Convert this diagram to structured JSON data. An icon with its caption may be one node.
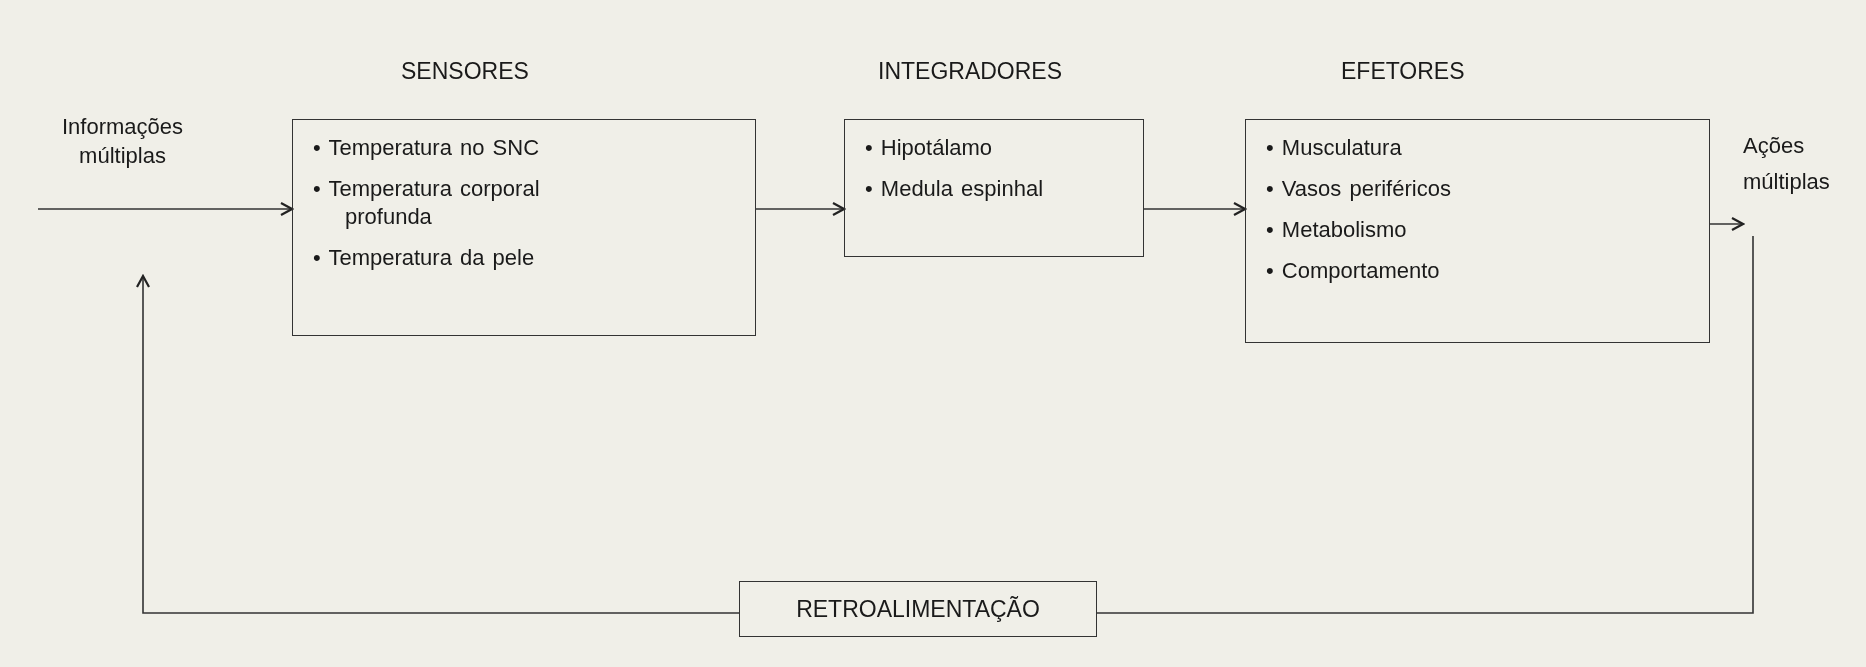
{
  "diagram": {
    "nodes": [
      {
        "text": [
          "Informações múltiplas"
        ]
      },
      {
        "text": [
          "SENSORES",
          "• Temperatura no SNC",
          "• Temperatura corporal profunda",
          "• Temperatura da pele"
        ]
      },
      {
        "text": [
          "INTEGRADORES",
          "• Hipotálamo",
          "• Medula espinhal"
        ]
      },
      {
        "text": [
          "EFETORES",
          "• Musculatura",
          "• Vasos periféricos",
          "• Metabolismo",
          "• Comportamento"
        ]
      },
      {
        "text": [
          "Ações múltiplas"
        ]
      },
      {
        "text": [
          "RETROALIMENTAÇÃO"
        ]
      }
    ],
    "edges": [
      {
        "from": 0,
        "to": 1,
        "arrow": "to"
      },
      {
        "from": 1,
        "to": 2,
        "arrow": "to"
      },
      {
        "from": 2,
        "to": 3,
        "arrow": "to"
      },
      {
        "from": 3,
        "to": 4,
        "arrow": "to"
      },
      {
        "from": 4,
        "to": 5,
        "arrow": "none"
      },
      {
        "from": 5,
        "to": null,
        "arrow": "to"
      }
    ]
  }
}
